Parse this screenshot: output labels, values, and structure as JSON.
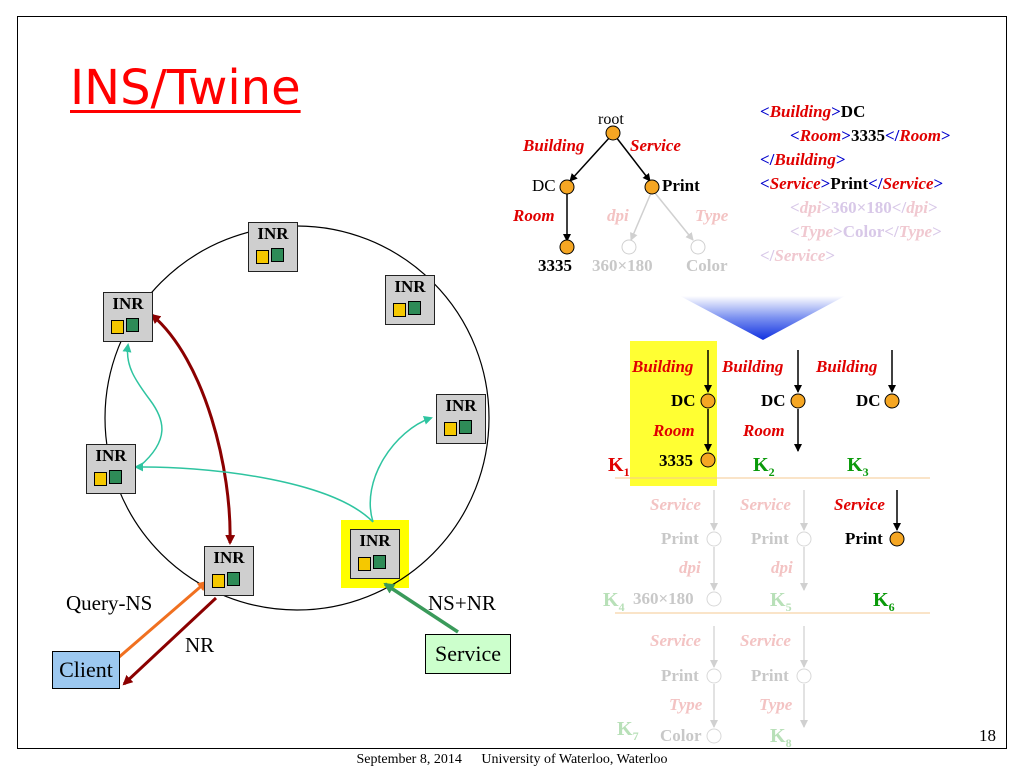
{
  "title": "INS/Twine",
  "inr_label": "INR",
  "client_label": "Client",
  "service_label": "Service",
  "query_ns_label": "Query-NS",
  "nr_label": "NR",
  "ns_nr_label": "NS+NR",
  "tree": {
    "root": "root",
    "building": "Building",
    "service": "Service",
    "dc": "DC",
    "print": "Print",
    "room": "Room",
    "dpi": "dpi",
    "type": "Type",
    "room_value": "3335",
    "dpi_value": "360×180",
    "type_value": "Color"
  },
  "xml": {
    "lt": "<",
    "gt": ">",
    "close": "</",
    "building": "Building",
    "room": "Room",
    "service": "Service",
    "dpi": "dpi",
    "type": "Type",
    "dc": "DC",
    "room_value": "3335",
    "print": "Print",
    "dpi_value": "360×180",
    "type_value": "Color"
  },
  "strands": {
    "building": "Building",
    "dc": "DC",
    "room": "Room",
    "room_value": "3335",
    "service": "Service",
    "print": "Print",
    "dpi": "dpi",
    "dpi_value": "360×180",
    "type": "Type",
    "type_value": "Color",
    "k": "K",
    "k1": "1",
    "k2": "2",
    "k3": "3",
    "k4": "4",
    "k5": "5",
    "k6": "6",
    "k7": "7",
    "k8": "8"
  },
  "page_number": "18",
  "footer": {
    "date": "September 8, 2014",
    "institution": "University of Waterloo, Waterloo"
  },
  "colors": {
    "title": "#ff0000",
    "node_orange": "#f5a623",
    "arrow_darkred": "#8b0000",
    "arrow_teal": "#2ec4a0",
    "arrow_orange": "#f07020",
    "arrow_green": "#3a9a5a",
    "highlight_yellow": "#ffff00",
    "client_blue": "#9cc8f0",
    "service_green": "#ccffcc"
  }
}
